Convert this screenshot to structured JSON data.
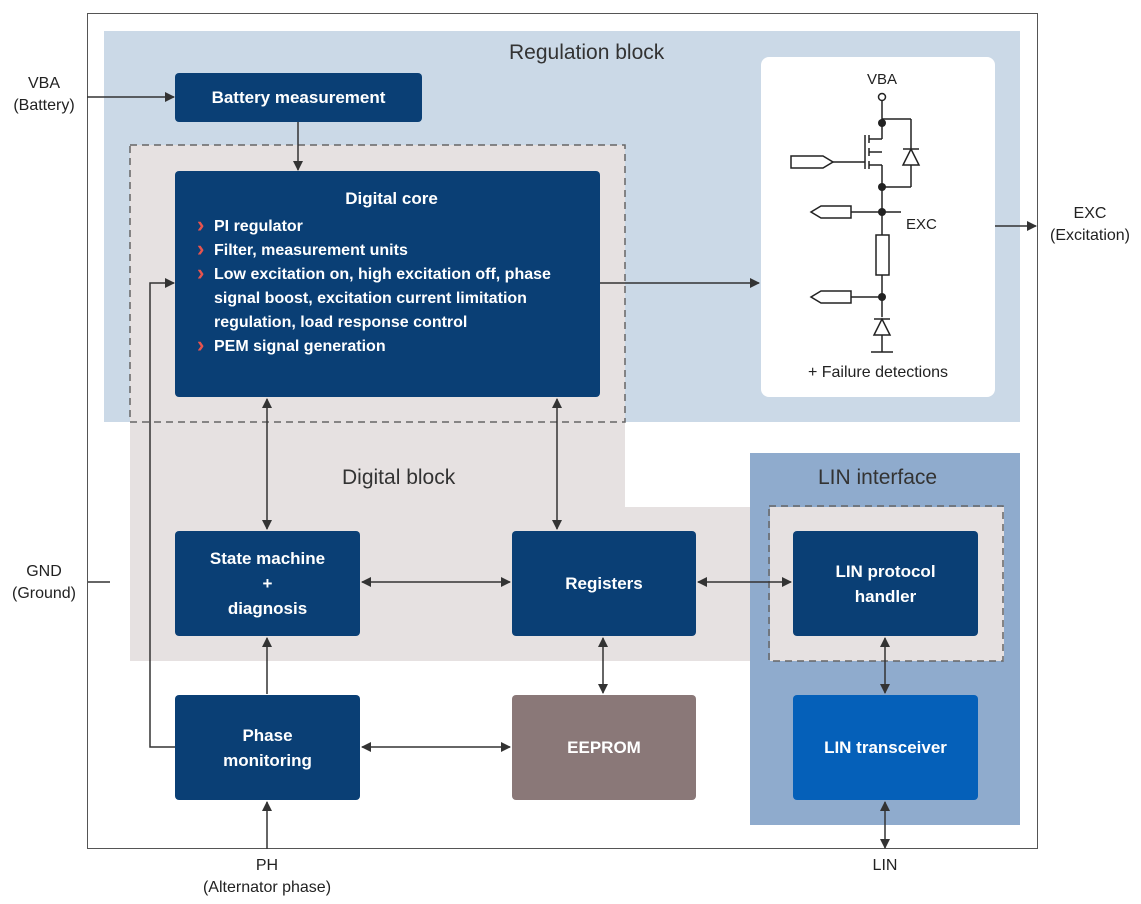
{
  "regions": {
    "regulation_block": "Regulation block",
    "digital_block": "Digital block",
    "lin_interface": "LIN interface"
  },
  "blocks": {
    "battery_measurement": "Battery measurement",
    "digital_core": {
      "title": "Digital core",
      "items": [
        "PI regulator",
        "Filter, measurement units",
        "Low excitation on, high excitation off, phase signal boost, excitation current limitation regulation, load response control",
        "PEM signal generation"
      ]
    },
    "state_machine": [
      "State machine",
      "+",
      "diagnosis"
    ],
    "registers": "Registers",
    "lin_protocol_handler": [
      "LIN protocol",
      "handler"
    ],
    "phase_monitoring": [
      "Phase",
      "monitoring"
    ],
    "eeprom": "EEPROM",
    "lin_transceiver": "LIN transceiver"
  },
  "circuit": {
    "vba": "VBA",
    "exc": "EXC",
    "failure": "+ Failure detections"
  },
  "pins": {
    "vba": [
      "VBA",
      "(Battery)"
    ],
    "gnd": [
      "GND",
      "(Ground)"
    ],
    "exc": [
      "EXC",
      "(Excitation)"
    ],
    "ph": [
      "PH",
      "(Alternator phase)"
    ],
    "lin": "LIN"
  },
  "colors": {
    "regulation_bg": "#cbd9e7",
    "digital_bg": "#e6e1e1",
    "lin_bg": "#8fabcd",
    "navy": "#0a3f75",
    "transceiver": "#0560b9",
    "eeprom": "#8a7878",
    "bullet": "#e7544e"
  }
}
